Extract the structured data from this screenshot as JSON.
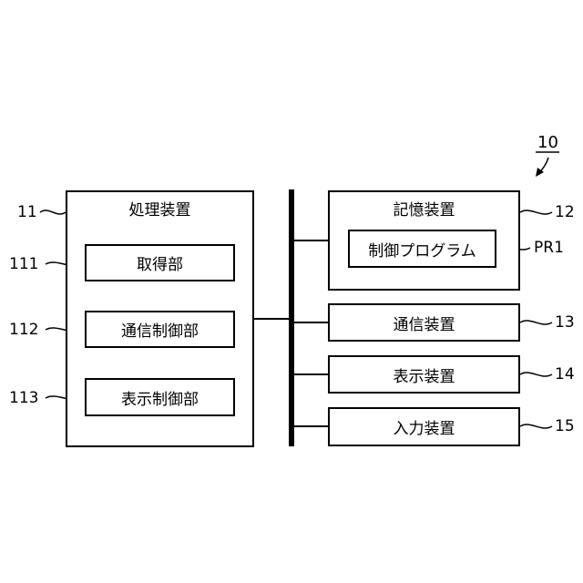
{
  "system_ref": "10",
  "processing_unit": {
    "ref": "11",
    "title": "処理装置",
    "modules": [
      {
        "ref": "111",
        "label": "取得部"
      },
      {
        "ref": "112",
        "label": "通信制御部"
      },
      {
        "ref": "113",
        "label": "表示制御部"
      }
    ]
  },
  "storage_unit": {
    "ref": "12",
    "title": "記憶装置",
    "program": {
      "ref": "PR1",
      "label": "制御プログラム"
    }
  },
  "devices": [
    {
      "ref": "13",
      "label": "通信装置"
    },
    {
      "ref": "14",
      "label": "表示装置"
    },
    {
      "ref": "15",
      "label": "入力装置"
    }
  ]
}
